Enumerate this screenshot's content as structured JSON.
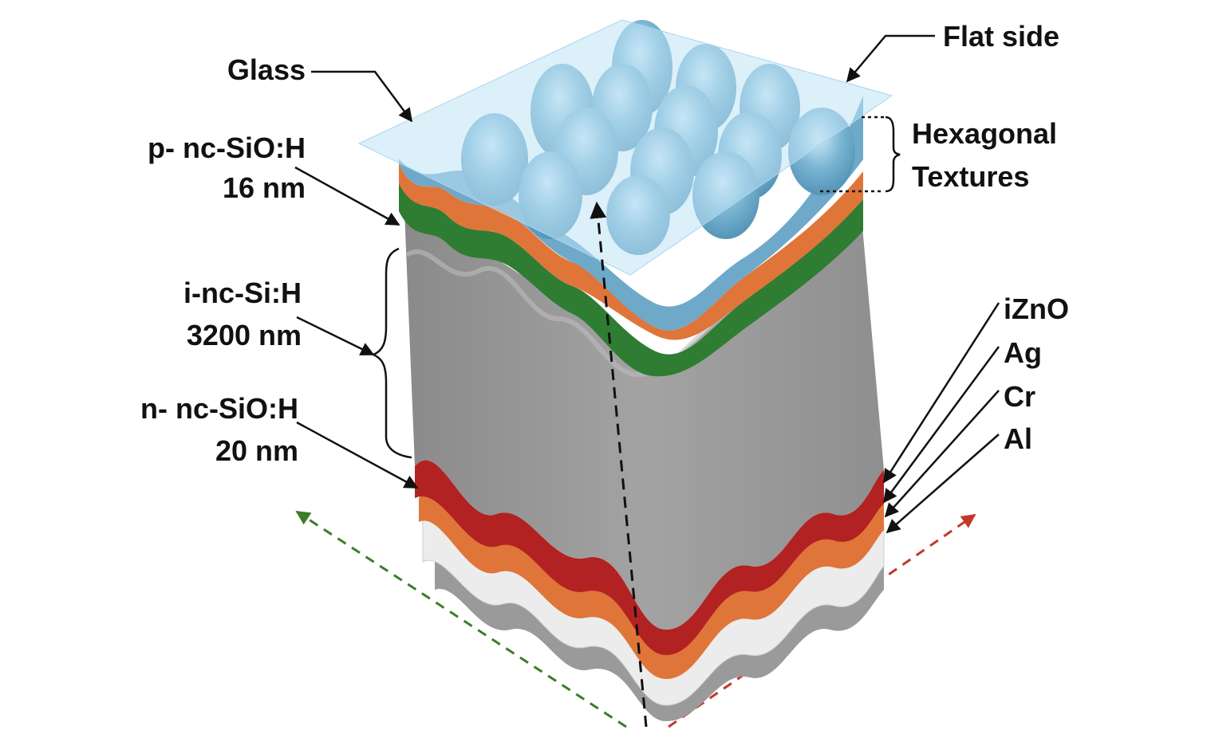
{
  "labels": {
    "glass": "Glass",
    "flat_side": "Flat side",
    "hexagonal": "Hexagonal",
    "textures": "Textures",
    "p_layer": "p- nc-SiO:H",
    "p_thickness": "16 nm",
    "i_layer": "i-nc-Si:H",
    "i_thickness": "3200 nm",
    "n_layer": "n- nc-SiO:H",
    "n_thickness": "20 nm",
    "izno": "iZnO",
    "ag": "Ag",
    "cr": "Cr",
    "al": "Al"
  },
  "colors": {
    "glass": "#bfe3f5",
    "texture_blue": "#6ea9c9",
    "p_layer": "#e0753a",
    "i_layer": "#9b9b9b",
    "green_layer": "#2e7d32",
    "n_layer": "#b22222",
    "izno_orange": "#e0753a",
    "metal_white": "#e8e8e8",
    "axis_green": "#3a7d2a",
    "axis_red": "#c0392b",
    "axis_black": "#111111"
  }
}
